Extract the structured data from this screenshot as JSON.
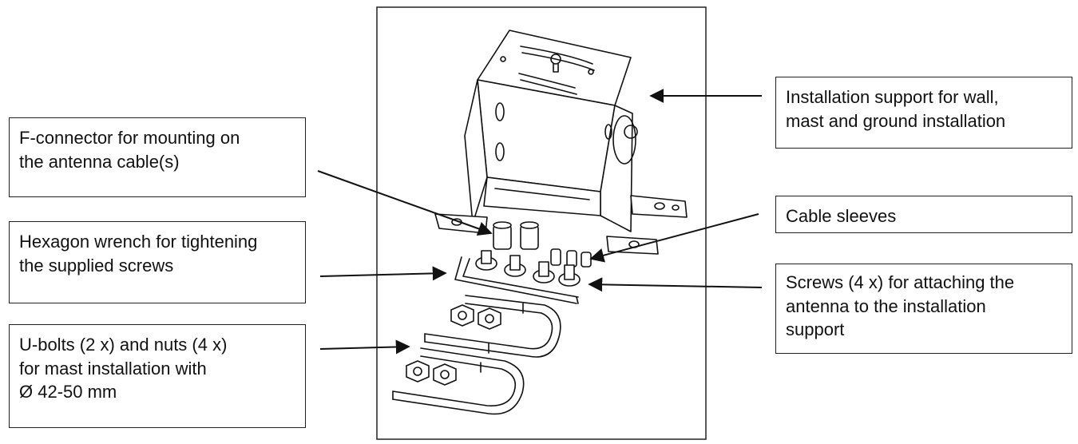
{
  "callouts": {
    "f_connector": [
      "F-connector for mounting on",
      "the antenna cable(s)"
    ],
    "hex_wrench": [
      "Hexagon wrench for tightening",
      "the supplied screws"
    ],
    "u_bolts": [
      "U-bolts (2 x) and nuts (4 x)",
      "for mast installation with",
      "Ø 42-50 mm"
    ],
    "install_support": [
      "Installation support for wall,",
      "mast and ground installation"
    ],
    "cable_sleeves": [
      "Cable sleeves"
    ],
    "screws": [
      "Screws (4 x) for attaching the",
      "antenna to the installation",
      "support"
    ]
  },
  "colors": {
    "line": "#111111",
    "border": "#222222",
    "background": "#ffffff"
  }
}
